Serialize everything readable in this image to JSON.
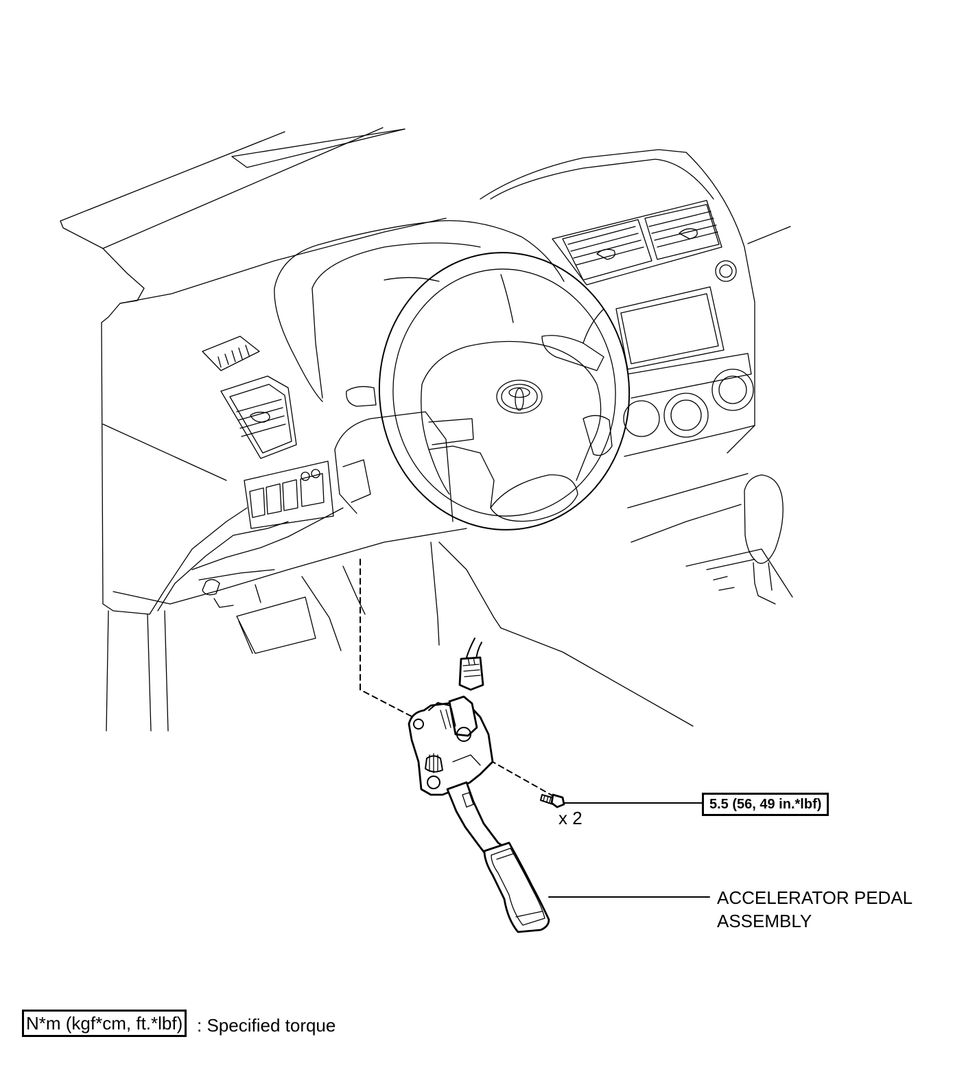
{
  "callouts": {
    "torque_value": "5.5 (56, 49 in.*lbf)",
    "quantity": "x 2",
    "part_name_line1": "ACCELERATOR PEDAL",
    "part_name_line2": "ASSEMBLY"
  },
  "legend": {
    "unit_box": "N*m (kgf*cm, ft.*lbf)",
    "description": ": Specified torque"
  },
  "icons": {
    "steering_wheel_emblem": "toyota-emblem-icon"
  }
}
